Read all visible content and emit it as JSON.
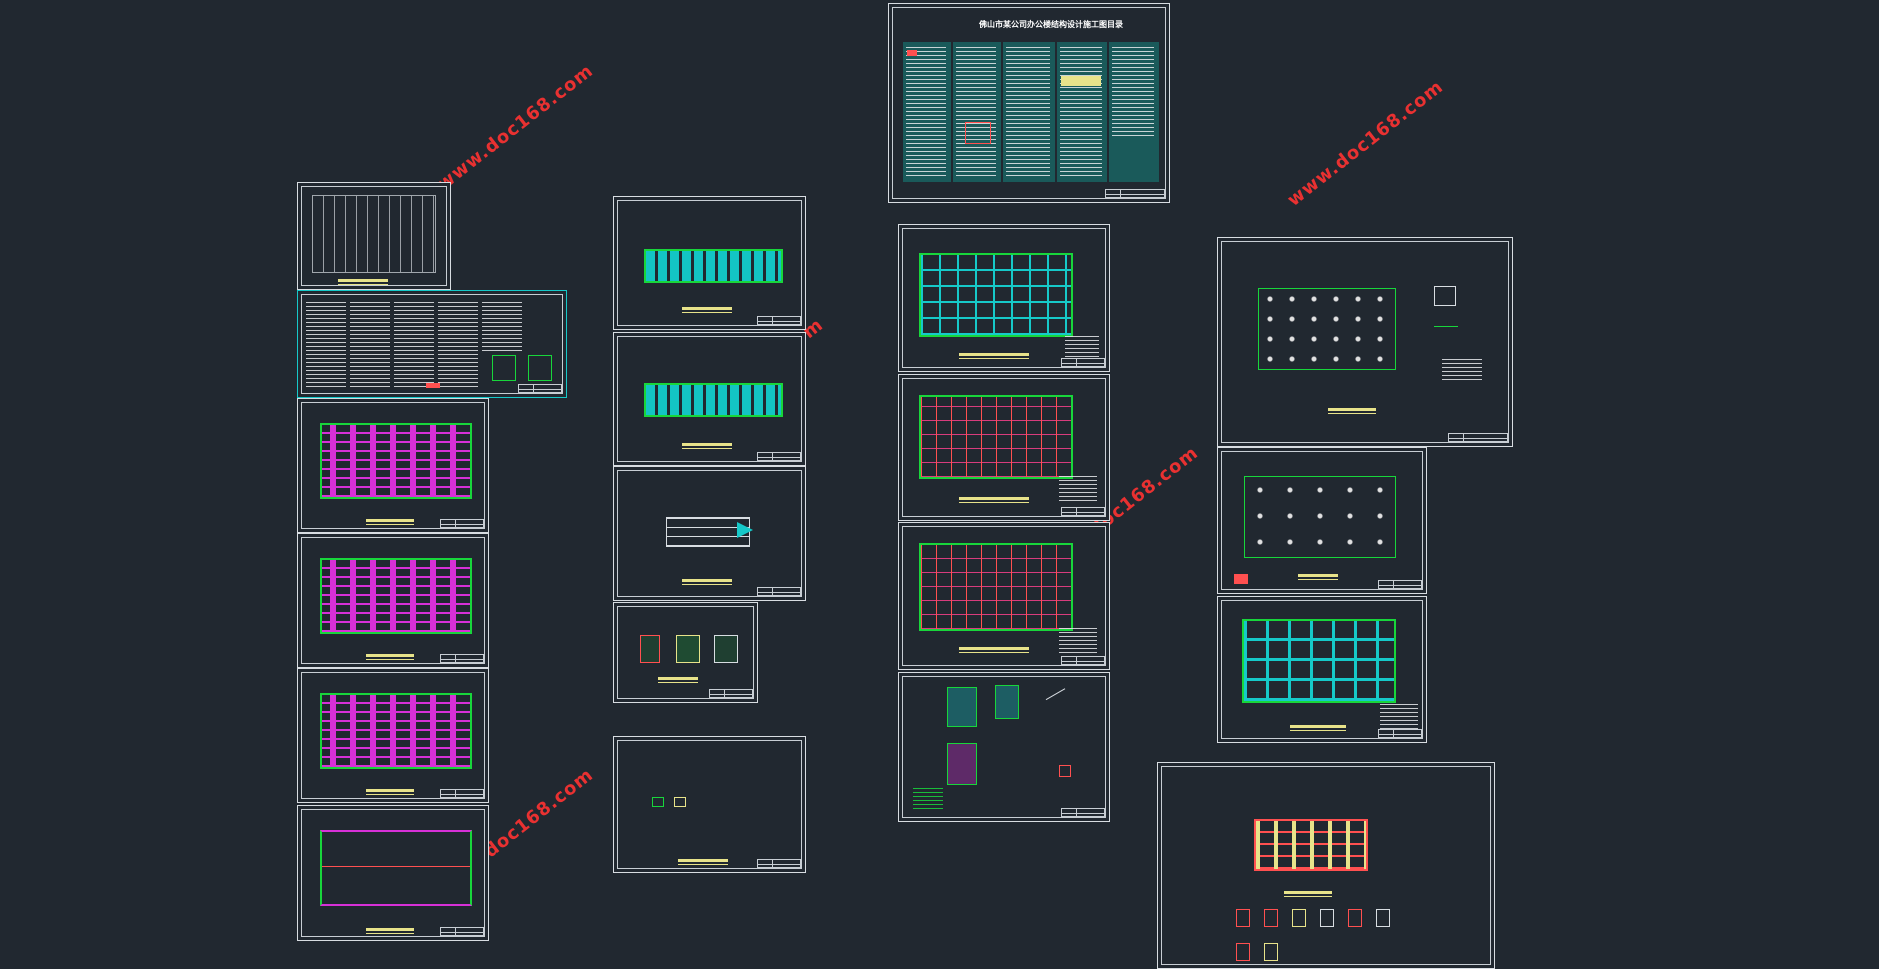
{
  "canvas": {
    "background": "#212830"
  },
  "watermark": {
    "text": "www.doc168.com",
    "color": "#ff3232"
  },
  "cover_sheet": {
    "title": "佛山市某公司办公楼结构设计施工图目录"
  },
  "sheets": [
    {
      "id": "site-plan",
      "kind": "site plan"
    },
    {
      "id": "general-notes",
      "kind": "design notes"
    },
    {
      "id": "floor-plan-1",
      "kind": "floor plan"
    },
    {
      "id": "floor-plan-2",
      "kind": "floor plan"
    },
    {
      "id": "floor-plan-3",
      "kind": "floor plan"
    },
    {
      "id": "roof-plan",
      "kind": "roof plan"
    },
    {
      "id": "elevation-1",
      "kind": "elevation"
    },
    {
      "id": "elevation-2",
      "kind": "elevation"
    },
    {
      "id": "section",
      "kind": "section"
    },
    {
      "id": "details-1",
      "kind": "details"
    },
    {
      "id": "details-2",
      "kind": "details"
    },
    {
      "id": "cover",
      "kind": "drawing list"
    },
    {
      "id": "beam-plan-1",
      "kind": "beam layout"
    },
    {
      "id": "beam-plan-2",
      "kind": "reinforcement"
    },
    {
      "id": "beam-plan-3",
      "kind": "reinforcement"
    },
    {
      "id": "stair-details",
      "kind": "stair details"
    },
    {
      "id": "foundation-plan",
      "kind": "foundation"
    },
    {
      "id": "column-plan",
      "kind": "column layout"
    },
    {
      "id": "slab-plan",
      "kind": "slab layout"
    },
    {
      "id": "column-schedule",
      "kind": "column schedule"
    }
  ],
  "colors": {
    "sheet_border": "#d8dde2",
    "grid_green": "#18d63b",
    "cyan": "#16c9c9",
    "magenta": "#d730d7",
    "red": "#ff5050",
    "caption_yellow": "#e8e38a"
  }
}
